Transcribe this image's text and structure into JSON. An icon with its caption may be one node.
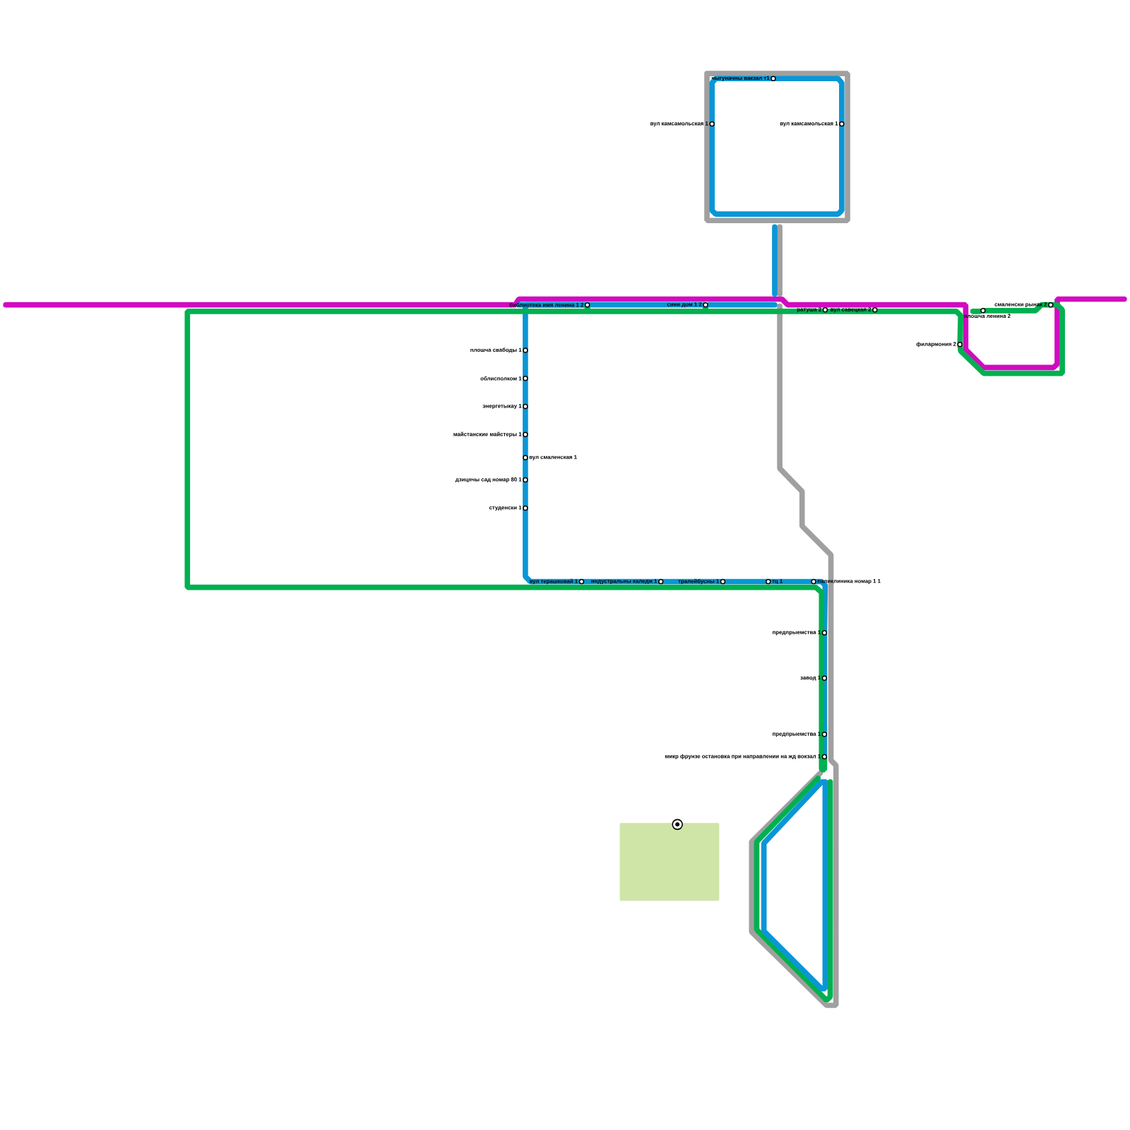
{
  "diagram": {
    "nodes": [
      {
        "text": [
          "чыгуначны вакзал т1"
        ]
      },
      {
        "text": [
          "вул камсамольская 1"
        ]
      },
      {
        "text": [
          "вул камсамольская 1"
        ]
      },
      {
        "text": [
          "библиотека имя ленина 1 2"
        ]
      },
      {
        "text": [
          "сини дом 1 2"
        ]
      },
      {
        "text": [
          "ратуша 2"
        ]
      },
      {
        "text": [
          "вул савецкая 2"
        ]
      },
      {
        "text": [
          "филармония 2"
        ]
      },
      {
        "text": [
          "плошча ленина 2"
        ]
      },
      {
        "text": [
          "смаленски рынак 2"
        ]
      },
      {
        "text": [
          "плошча свабоды 1"
        ]
      },
      {
        "text": [
          "облисполком 1"
        ]
      },
      {
        "text": [
          "энергетыкау 1"
        ]
      },
      {
        "text": [
          "майстанские майстеры 1"
        ]
      },
      {
        "text": [
          "вул смаленская 1"
        ]
      },
      {
        "text": [
          "дзицячы сад номар 80 1"
        ]
      },
      {
        "text": [
          "студенски 1"
        ]
      },
      {
        "text": [
          "вул терашковай 1"
        ]
      },
      {
        "text": [
          "индустральны каледж 1"
        ]
      },
      {
        "text": [
          "тралейбусны 1"
        ]
      },
      {
        "text": [
          "тц 1"
        ]
      },
      {
        "text": [
          "паликлиника номар 1 1"
        ]
      },
      {
        "text": [
          "предпрыемства 1"
        ]
      },
      {
        "text": [
          "завод 1"
        ]
      },
      {
        "text": [
          "предпрыемства 1"
        ]
      },
      {
        "text": [
          "микр фрунзе остановка при направлении на жд вокзал 1"
        ]
      }
    ],
    "edges": [
      {
        "from": 0,
        "to": 2,
        "arrow": "none"
      },
      {
        "from": 2,
        "to": 1,
        "arrow": "none"
      },
      {
        "from": 1,
        "to": 0,
        "arrow": "none"
      },
      {
        "from": 3,
        "to": 4,
        "arrow": "none"
      },
      {
        "from": 3,
        "to": 10,
        "arrow": "none"
      },
      {
        "from": 10,
        "to": 11,
        "arrow": "none"
      },
      {
        "from": 11,
        "to": 12,
        "arrow": "none"
      },
      {
        "from": 12,
        "to": 13,
        "arrow": "none"
      },
      {
        "from": 13,
        "to": 14,
        "arrow": "none"
      },
      {
        "from": 14,
        "to": 15,
        "arrow": "none"
      },
      {
        "from": 15,
        "to": 16,
        "arrow": "none"
      },
      {
        "from": 16,
        "to": 17,
        "arrow": "none"
      },
      {
        "from": 17,
        "to": 18,
        "arrow": "none"
      },
      {
        "from": 18,
        "to": 19,
        "arrow": "none"
      },
      {
        "from": 19,
        "to": 20,
        "arrow": "none"
      },
      {
        "from": 20,
        "to": 21,
        "arrow": "none"
      },
      {
        "from": 21,
        "to": 22,
        "arrow": "none"
      },
      {
        "from": 22,
        "to": 23,
        "arrow": "none"
      },
      {
        "from": 23,
        "to": 24,
        "arrow": "none"
      },
      {
        "from": 24,
        "to": 25,
        "arrow": "none"
      },
      {
        "from": 4,
        "to": 5,
        "arrow": "none",
        "color": "#00b050"
      },
      {
        "from": 5,
        "to": 6,
        "arrow": "none",
        "color": "#00b050"
      },
      {
        "from": 6,
        "to": 7,
        "arrow": "none",
        "color": "#00b050"
      },
      {
        "from": 7,
        "to": 9,
        "arrow": "none",
        "color": "#00b050"
      },
      {
        "from": 9,
        "to": 8,
        "arrow": "none",
        "color": "#00b050"
      },
      {
        "from": 3,
        "to": 4,
        "arrow": "none",
        "color": "#00b050"
      },
      {
        "from": 3,
        "to": 25,
        "arrow": "none",
        "color": "#00b050"
      }
    ]
  }
}
